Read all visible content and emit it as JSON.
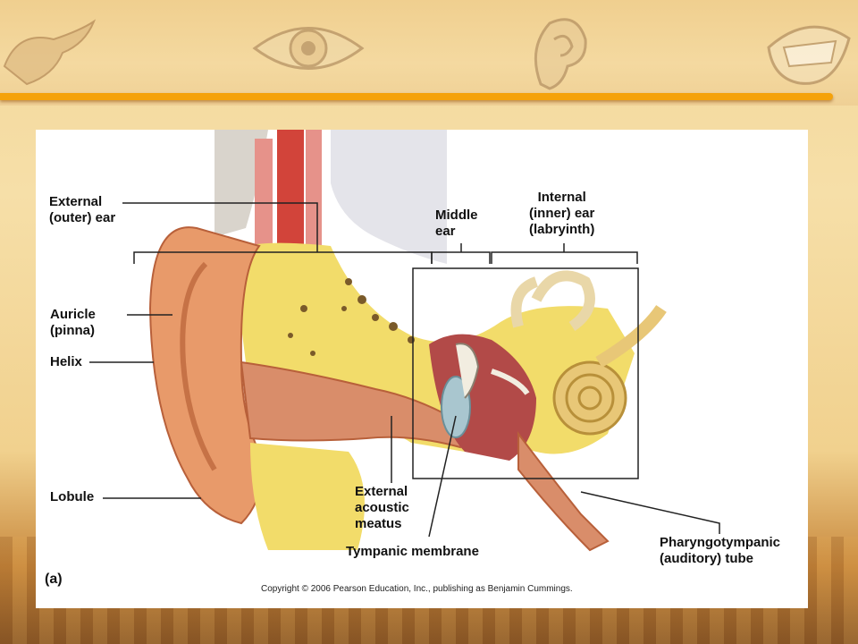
{
  "labels": {
    "external_ear": "External\n(outer) ear",
    "middle_ear": "Middle\near",
    "internal_ear": "Internal\n(inner) ear\n(labryinth)",
    "auricle": "Auricle\n(pinna)",
    "helix": "Helix",
    "lobule": "Lobule",
    "external_acoustic_meatus": "External\nacoustic\nmeatus",
    "tympanic_membrane": "Tympanic membrane",
    "pharyngotympanic_tube": "Pharyngotympanic\n(auditory) tube"
  },
  "panel_label": "(a)",
  "copyright": "Copyright © 2006 Pearson Education, Inc., publishing as Benjamin Cummings.",
  "colors": {
    "rule": "#f5a20a",
    "skin": "#e89a6a",
    "bone": "#f2dc6a",
    "canal": "#d98d6a"
  }
}
